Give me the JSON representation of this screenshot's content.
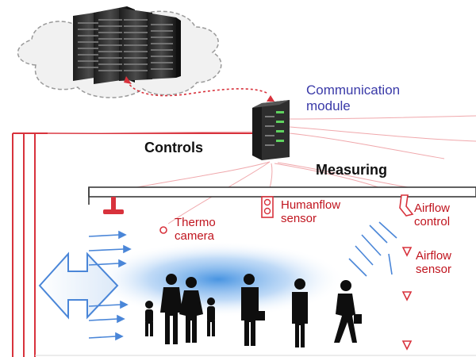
{
  "colors": {
    "accent_red": "#d8323c",
    "label_red": "#c0141e",
    "label_blue": "#3a3aa8",
    "airflow_blue": "#4a86d8",
    "server_dark": "#2b2b2b",
    "led_green": "#5fd35f"
  },
  "labels": {
    "communication_module": "Communication\nmodule",
    "controls": "Controls",
    "measuring": "Measuring",
    "thermo_camera": "Thermo\ncamera",
    "humanflow_sensor": "Humanflow\nsensor",
    "airflow_control": "Airflow\ncontrol",
    "airflow_sensor": "Airflow\nsensor"
  },
  "icons": [
    "cloud-icon",
    "server-rack-icon",
    "communication-module-icon",
    "double-arrow-icon",
    "people-silhouettes-icon",
    "thermo-camera-icon",
    "humanflow-sensor-icon",
    "airflow-control-icon",
    "airflow-sensor-icon"
  ]
}
